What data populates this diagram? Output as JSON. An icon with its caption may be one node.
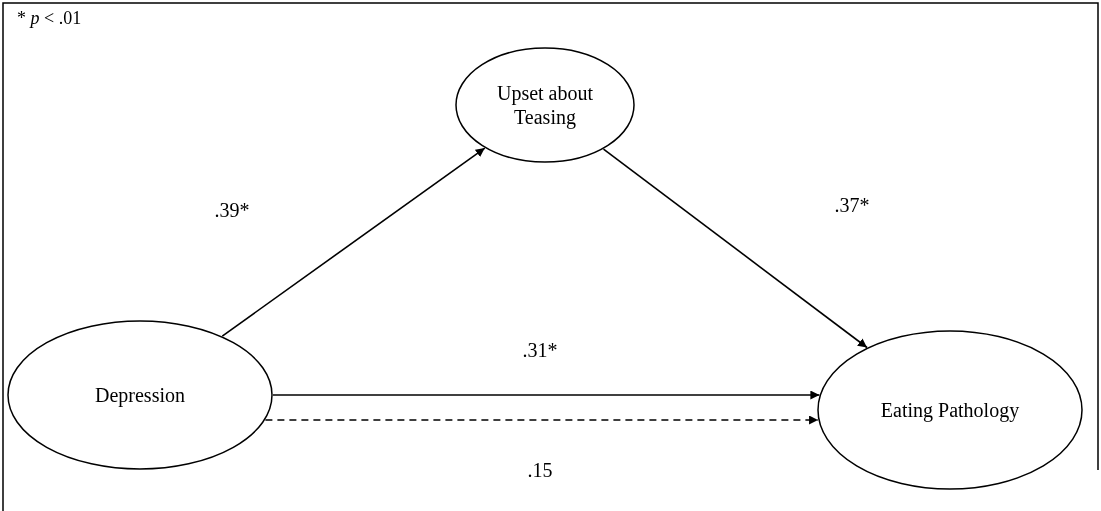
{
  "diagram": {
    "nodes": [
      {
        "text": [
          "Upset about Teasing"
        ]
      },
      {
        "text": [
          "Depression"
        ]
      },
      {
        "text": [
          "Eating Pathology"
        ]
      }
    ],
    "edges": [
      {
        "from": 1,
        "to": 0,
        "arrow": "to",
        "label": ".39*"
      },
      {
        "from": 0,
        "to": 2,
        "arrow": "to",
        "label": ".37*"
      },
      {
        "from": 1,
        "to": 2,
        "arrow": "to",
        "label": ".31*"
      },
      {
        "from": 1,
        "to": 2,
        "arrow": "to",
        "label": ".15",
        "style": "dashed"
      }
    ],
    "labels": [
      "* *p* < .01"
    ]
  }
}
